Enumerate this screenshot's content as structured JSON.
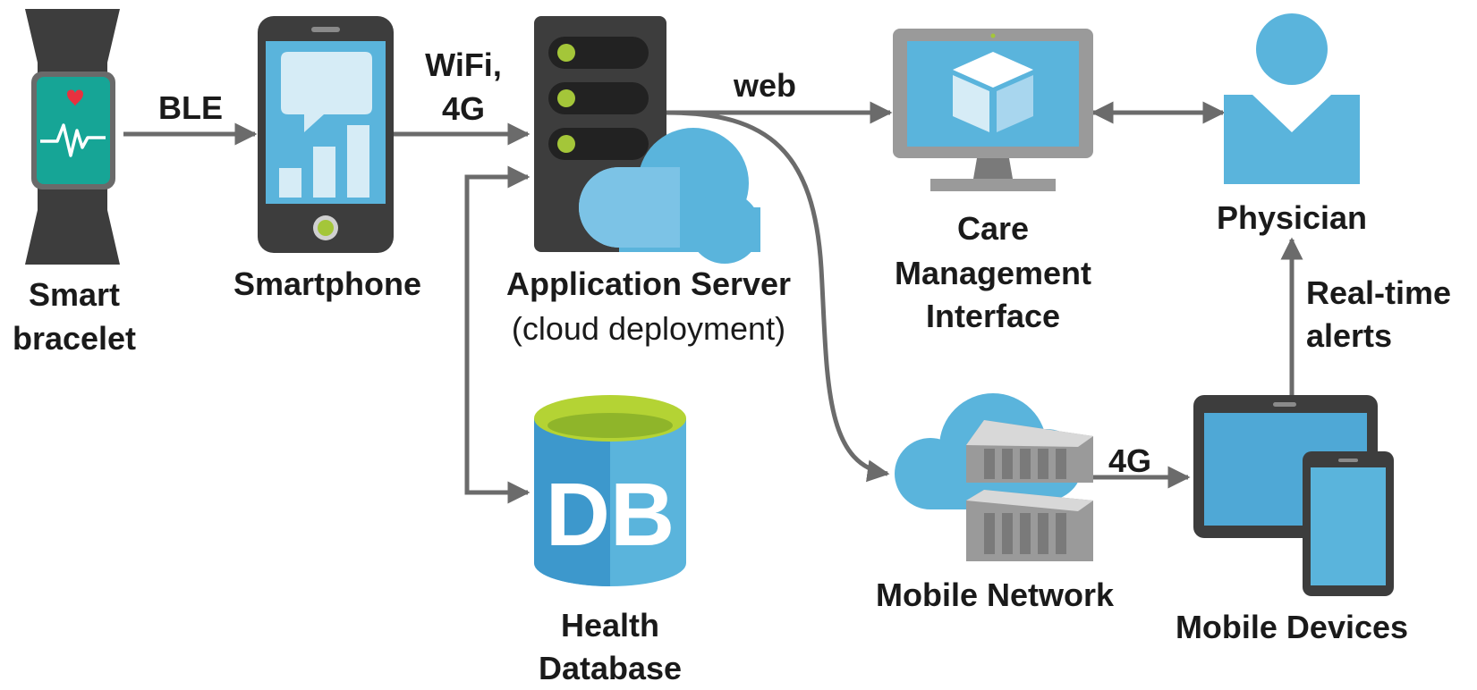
{
  "nodes": {
    "smart_bracelet": {
      "line1": "Smart",
      "line2": "bracelet"
    },
    "smartphone": {
      "label": "Smartphone"
    },
    "application_server": {
      "label": "Application Server",
      "sublabel": "(cloud deployment)"
    },
    "health_database": {
      "line1": "Health",
      "line2": "Database",
      "icon_text": "DB"
    },
    "care_management_interface": {
      "line1": "Care",
      "line2": "Management",
      "line3": "Interface"
    },
    "physician": {
      "label": "Physician"
    },
    "mobile_network": {
      "label": "Mobile Network"
    },
    "mobile_devices": {
      "label": "Mobile Devices"
    }
  },
  "edges": {
    "bracelet_to_phone": "BLE",
    "phone_to_server_line1": "WiFi,",
    "phone_to_server_line2": "4G",
    "server_to_interface": "web",
    "network_to_devices": "4G",
    "devices_to_physician_line1": "Real-time",
    "devices_to_physician_line2": "alerts"
  },
  "colors": {
    "arrow": "#6b6b6b",
    "dark_device": "#3d3d3d",
    "screen_blue": "#5ab4dc",
    "light_blue": "#d6ecf6",
    "green": "#a4c639",
    "teal": "#16a596",
    "heart": "#e8313f",
    "db_blue": "#3d98cc",
    "gray_monitor": "#9a9a9a"
  }
}
